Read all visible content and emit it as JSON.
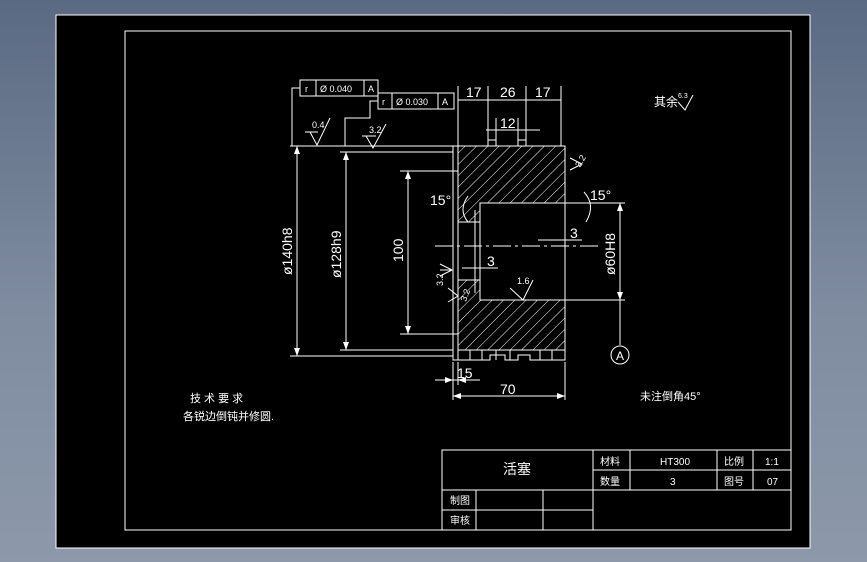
{
  "colors": {
    "viewport_bg": "#7f8ca0",
    "paper": "#000000",
    "line": "#ffffff"
  },
  "dims": {
    "top_17_left": "17",
    "top_26": "26",
    "top_17_right": "17",
    "groove_12": "12",
    "dia_140": "ø140h8",
    "dia_128": "ø128h9",
    "height_100": "100",
    "dia_60": "ø60H8",
    "angle_left": "15°",
    "angle_right": "15°",
    "chamfer_3_left": "3",
    "chamfer_3_right": "3",
    "bottom_15": "15",
    "bottom_70": "70",
    "datum": "A"
  },
  "tolerances": {
    "frame1": {
      "symbol": "r",
      "value": "Ø 0.040",
      "datum": "A"
    },
    "frame2": {
      "symbol": "r",
      "value": "Ø 0.030",
      "datum": "A"
    }
  },
  "roughness": {
    "r04": "0.4",
    "r32_top": "3.2",
    "r32_left_a": "3.2",
    "r32_left_b": "3.2",
    "r16": "1.6",
    "r_right": "3.2",
    "other": "其余",
    "other_value": "6.3"
  },
  "notes": {
    "tech_title": "技 术 要 求",
    "tech_body": "各锐边倒钝并修圆.",
    "chamfer_note": "未注倒角45°"
  },
  "title_block": {
    "part_name": "活塞",
    "material_label": "材料",
    "material": "HT300",
    "scale_label": "比例",
    "scale": "1:1",
    "qty_label": "数量",
    "qty": "3",
    "drawing_no_label": "图号",
    "drawing_no": "07",
    "drawn_label": "制图",
    "checked_label": "审核"
  }
}
